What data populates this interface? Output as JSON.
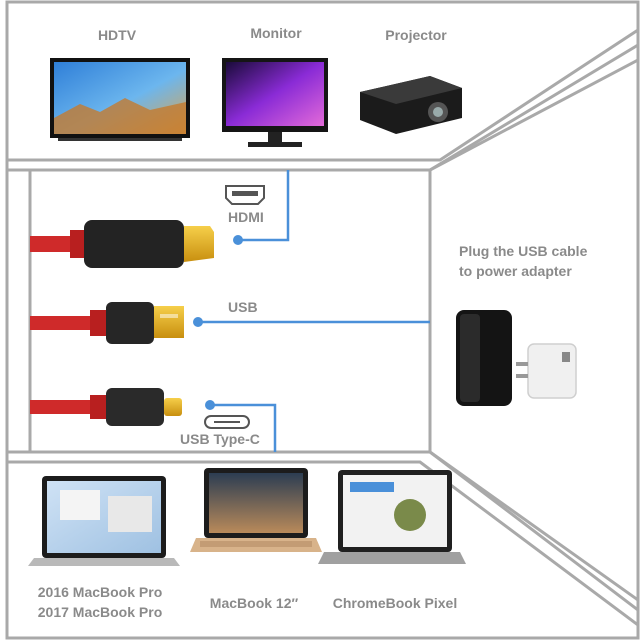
{
  "top_devices": {
    "hdtv": "HDTV",
    "monitor": "Monitor",
    "projector": "Projector"
  },
  "connectors": {
    "hdmi": "HDMI",
    "usb": "USB",
    "usb_type_c": "USB Type-C"
  },
  "power_note": {
    "line1": "Plug the USB cable",
    "line2": "to power adapter"
  },
  "bottom_devices": {
    "macbook_pro_line1": "2016 MacBook Pro",
    "macbook_pro_line2": "2017 MacBook Pro",
    "macbook_12": "MacBook 12″",
    "chromebook": "ChromeBook Pixel"
  },
  "colors": {
    "frame": "#a9a9a9",
    "connector_line": "#4a90d9",
    "cable_red": "#d42a2a",
    "plug_gold": "#e8b21a",
    "label_gray": "#8a8a8a"
  }
}
